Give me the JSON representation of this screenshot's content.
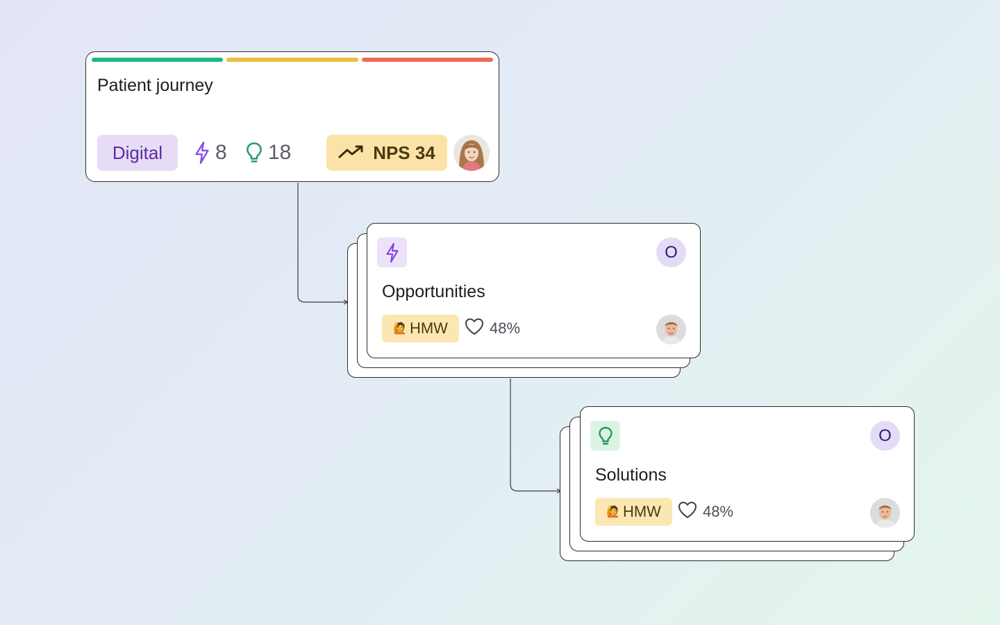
{
  "journey": {
    "title": "Patient journey",
    "progress_colors": [
      "#19b98a",
      "#e8bf3e",
      "#f06a52"
    ],
    "tag": "Digital",
    "opportunities_count": "8",
    "solutions_count": "18",
    "nps_label": "NPS 34",
    "icons": {
      "bolt": "lightning-icon",
      "bulb": "lightbulb-icon",
      "trend": "trend-up-icon"
    }
  },
  "opportunities": {
    "title": "Opportunities",
    "badge_letter": "O",
    "hmw_label": "HMW",
    "hmw_emoji": "🙋",
    "like_percent": "48%",
    "icon": "lightning-icon"
  },
  "solutions": {
    "title": "Solutions",
    "badge_letter": "O",
    "hmw_label": "HMW",
    "hmw_emoji": "🙋",
    "like_percent": "48%",
    "icon": "lightbulb-icon"
  },
  "colors": {
    "purple_accent": "#7b3fe4",
    "green_accent": "#1f9c5a",
    "digital_tag_bg": "#e6dcf6",
    "nps_bg": "#fbe3a8",
    "hmw_bg": "#fbe7b2"
  }
}
